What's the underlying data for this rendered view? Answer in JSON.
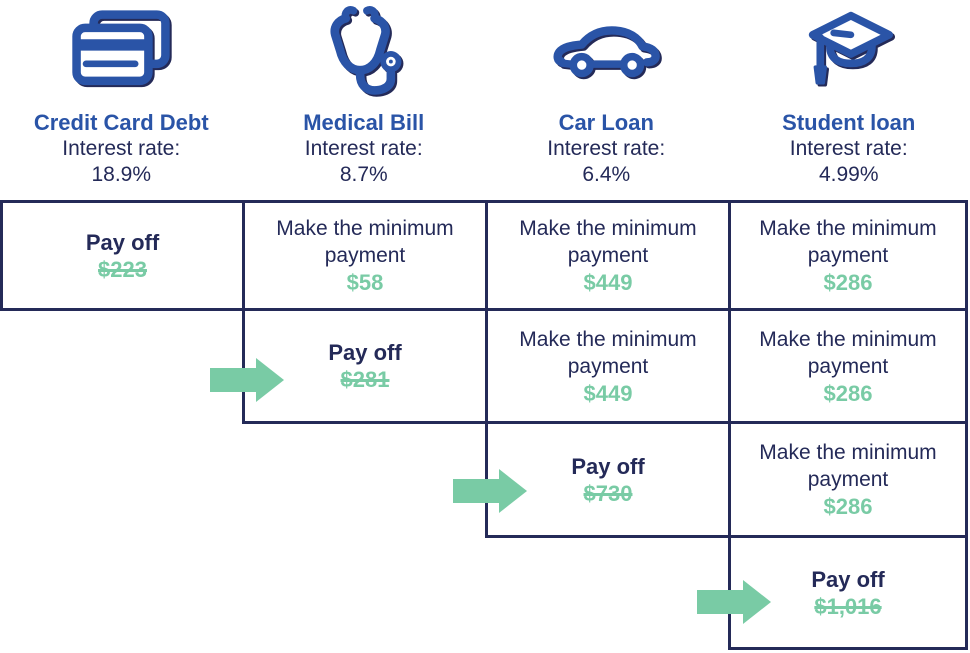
{
  "colors": {
    "blue": "#2A54A7",
    "navy": "#242A58",
    "green": "#79CBA5"
  },
  "columns": [
    {
      "icon": "credit-card-icon",
      "title": "Credit Card Debt",
      "interest_label": "Interest rate:",
      "rate": "18.9%"
    },
    {
      "icon": "stethoscope-icon",
      "title": "Medical Bill",
      "interest_label": "Interest rate:",
      "rate": "8.7%"
    },
    {
      "icon": "car-icon",
      "title": "Car Loan",
      "interest_label": "Interest rate:",
      "rate": "6.4%"
    },
    {
      "icon": "graduation-cap-icon",
      "title": "Student loan",
      "interest_label": "Interest rate:",
      "rate": "4.99%"
    }
  ],
  "rows": [
    {
      "cells": [
        {
          "type": "payoff",
          "action": "Pay off",
          "amount": "$223",
          "struck": true
        },
        {
          "type": "minimum",
          "action": "Make the minimum payment",
          "amount": "$58",
          "struck": false
        },
        {
          "type": "minimum",
          "action": "Make the minimum payment",
          "amount": "$449",
          "struck": false
        },
        {
          "type": "minimum",
          "action": "Make the minimum payment",
          "amount": "$286",
          "struck": false
        }
      ]
    },
    {
      "cells": [
        {
          "type": "payoff",
          "action": "Pay off",
          "amount": "$281",
          "struck": true
        },
        {
          "type": "minimum",
          "action": "Make the minimum payment",
          "amount": "$449",
          "struck": false
        },
        {
          "type": "minimum",
          "action": "Make the minimum payment",
          "amount": "$286",
          "struck": false
        }
      ]
    },
    {
      "cells": [
        {
          "type": "payoff",
          "action": "Pay off",
          "amount": "$730",
          "struck": true
        },
        {
          "type": "minimum",
          "action": "Make the minimum payment",
          "amount": "$286",
          "struck": false
        }
      ]
    },
    {
      "cells": [
        {
          "type": "payoff",
          "action": "Pay off",
          "amount": "$1,016",
          "struck": true
        }
      ]
    }
  ]
}
